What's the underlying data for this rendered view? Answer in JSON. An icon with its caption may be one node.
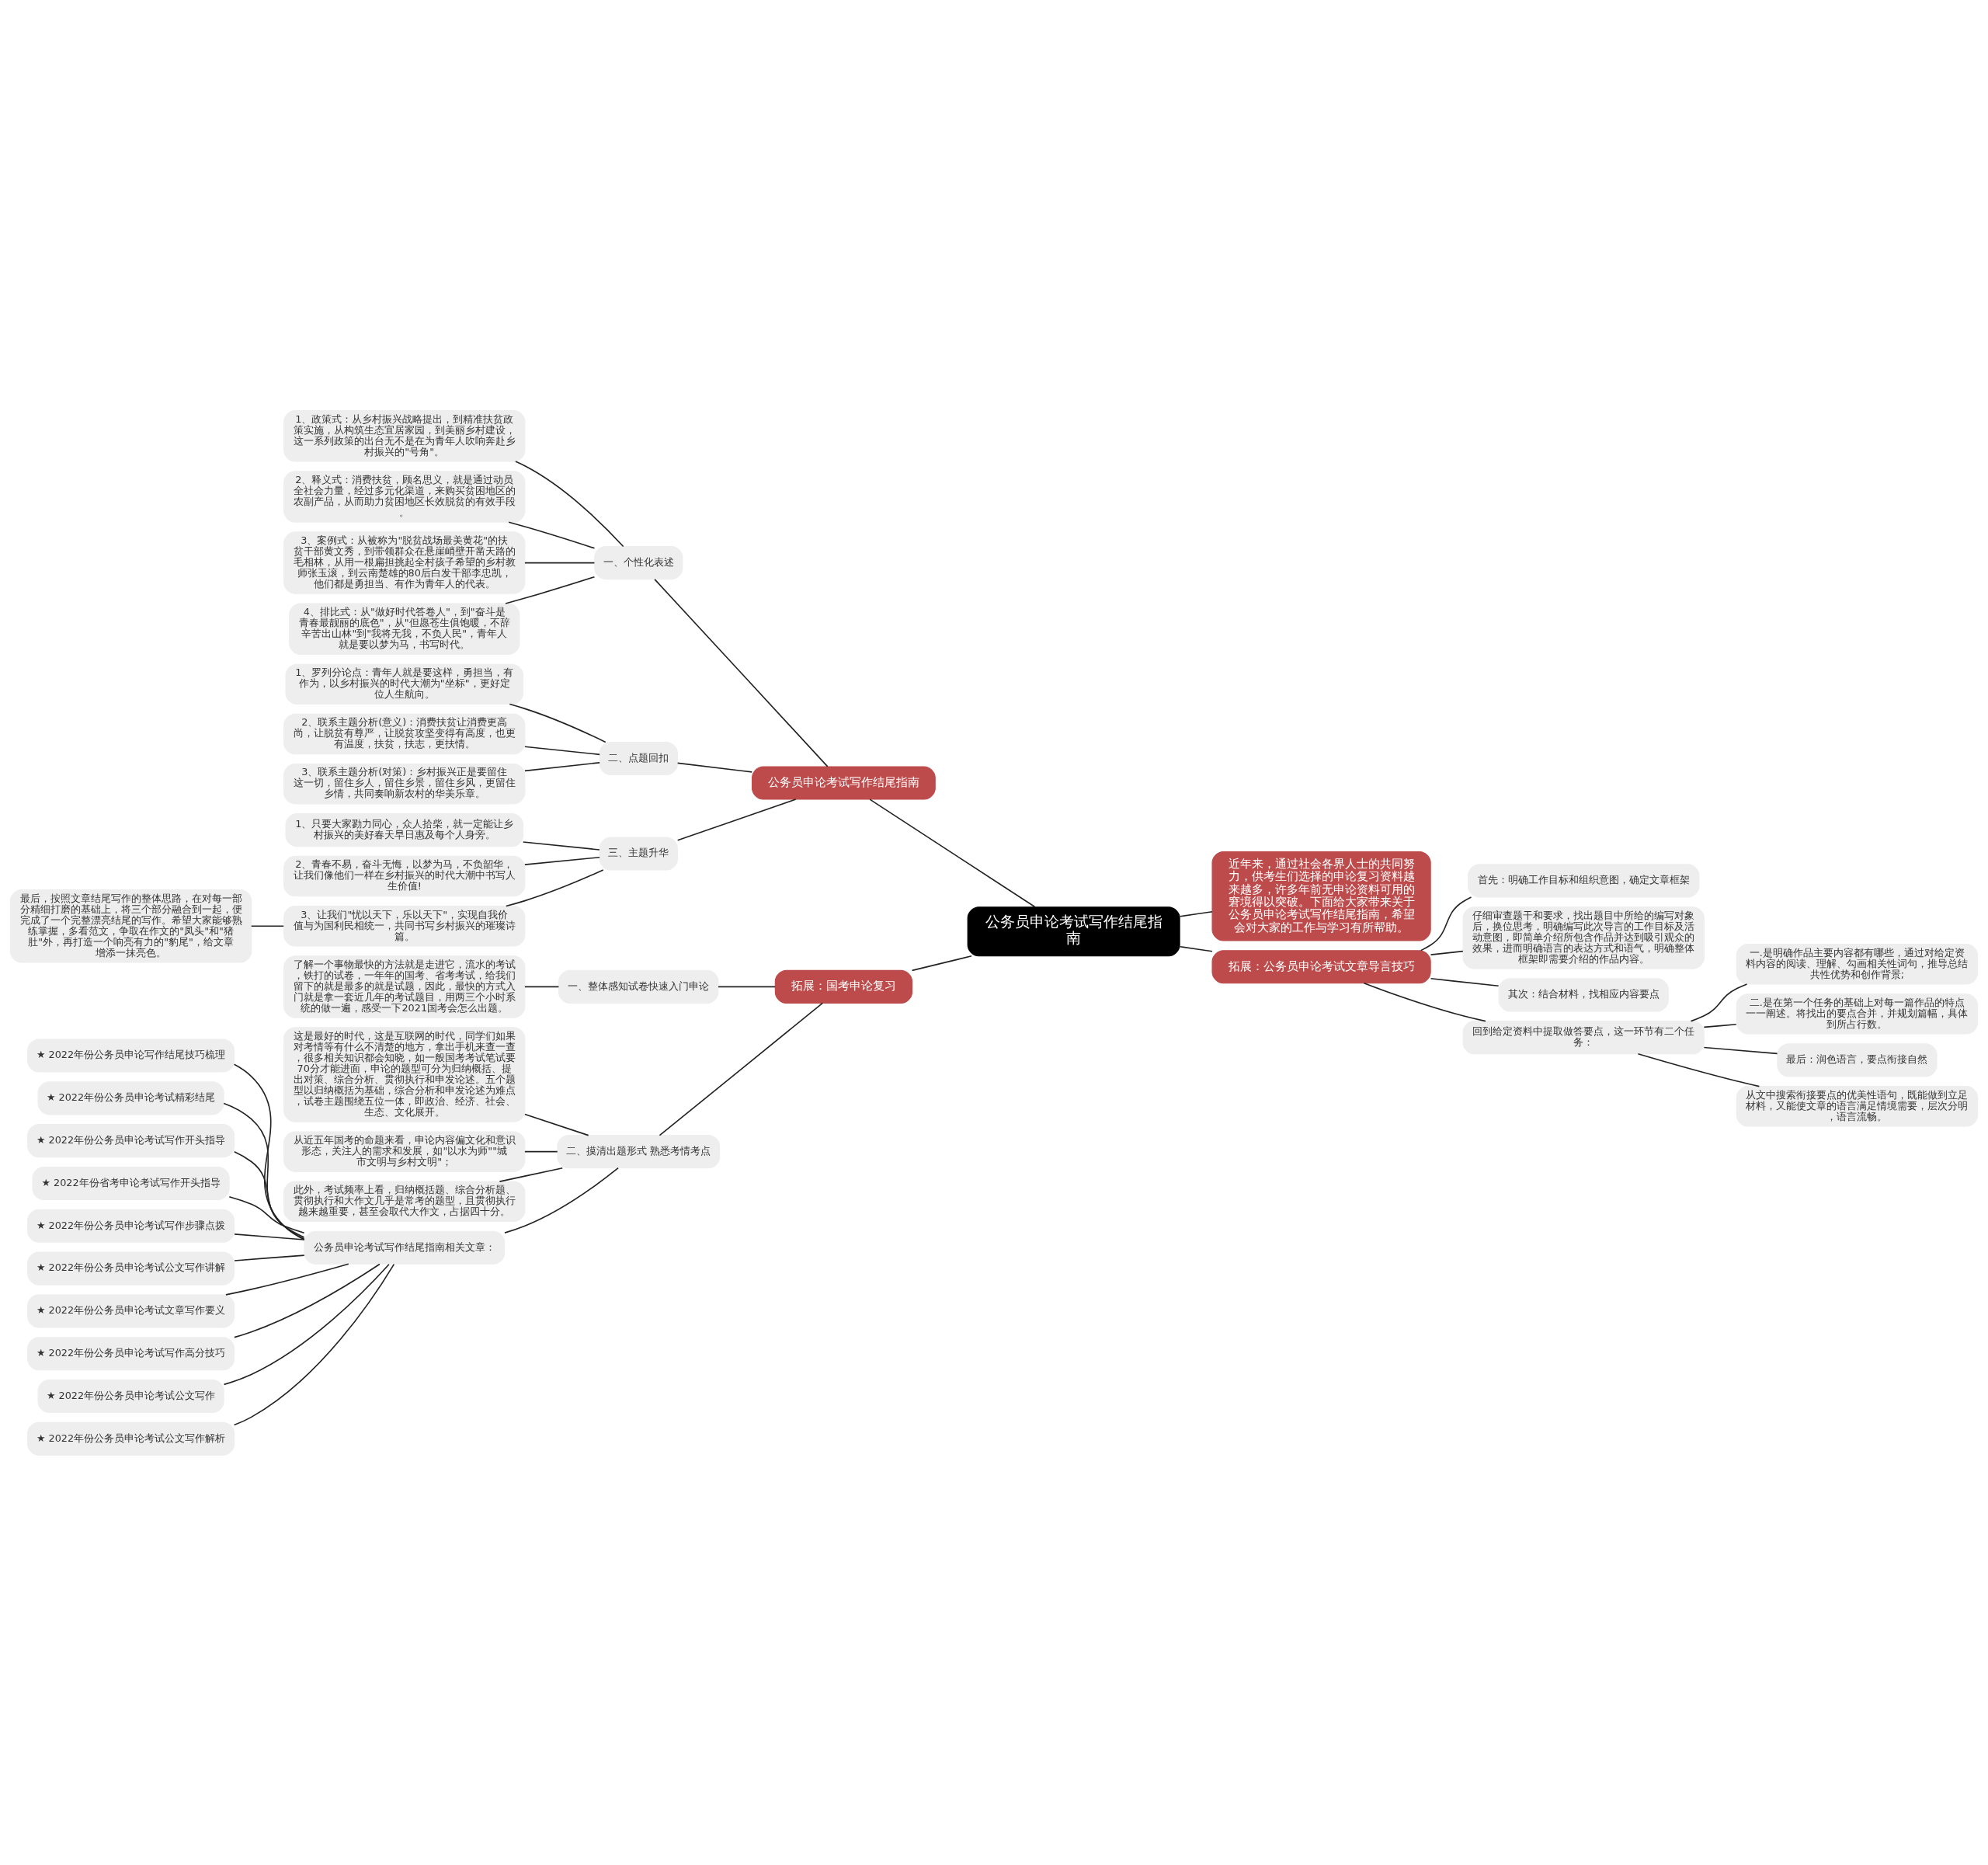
{
  "diagram": {
    "nodes": [
      {
        "text": [
          "公务员申论考试写作结尾指南"
        ]
      },
      {
        "text": [
          "公务员申论考试写作结尾指南"
        ]
      },
      {
        "text": [
          "一、个性化表述"
        ]
      },
      {
        "text": [
          "1、政策式：从乡村振兴战略提出，到精准扶贫政策实施，从构筑生态宜居家园，到美丽乡村建设，这一系列政策的出台无不是在为青年人吹响奔赴乡村振兴的\"号角\"。"
        ]
      },
      {
        "text": [
          "2、释义式：消费扶贫，顾名思义，就是通过动员全社会力量，经过多元化渠道，来购买贫困地区的农副产品，从而助力贫困地区长效脱贫的有效手段。"
        ]
      },
      {
        "text": [
          "3、案例式：从被称为\"脱贫战场最美黄花\"的扶贫干部黄文秀，到带领群众在悬崖峭壁开凿天路的毛相林，从用一根扁担挑起全村孩子希望的乡村教师张玉滚，到云南楚雄的80后白发干部李忠凯，他们都是勇担当、有作为青年人的代表。"
        ]
      },
      {
        "text": [
          "4、排比式：从\"做好时代答卷人\"，到\"奋斗是青春最靓丽的底色\"，从\"但愿苍生俱饱暖，不辞辛苦出山林\"到\"我将无我，不负人民\"，青年人就是要以梦为马，书写时代。"
        ]
      },
      {
        "text": [
          "二、点题回扣"
        ]
      },
      {
        "text": [
          "1、罗列分论点：青年人就是要这样，勇担当，有作为，以乡村振兴的时代大潮为\"坐标\"，更好定位人生航向。"
        ]
      },
      {
        "text": [
          "2、联系主题分析(意义)：消费扶贫让消费更高尚，让脱贫有尊严，让脱贫攻坚变得有高度，也更有温度，扶贫，扶志，更扶情。"
        ]
      },
      {
        "text": [
          "3、联系主题分析(对策)：乡村振兴正是要留住这一切，留住乡人，留住乡景，留住乡风，更留住乡情，共同奏响新农村的华美乐章。"
        ]
      },
      {
        "text": [
          "三、主题升华"
        ]
      },
      {
        "text": [
          "1、只要大家勠力同心，众人拾柴，就一定能让乡村振兴的美好春天早日惠及每个人身旁。"
        ]
      },
      {
        "text": [
          "2、青春不易，奋斗无悔，以梦为马，不负韶华，让我们像他们一样在乡村振兴的时代大潮中书写人生价值!"
        ]
      },
      {
        "text": [
          "3、让我们\"忧以天下，乐以天下\"，实现自我价值与为国利民相统一，共同书写乡村振兴的璀璨诗篇。"
        ]
      },
      {
        "text": [
          "最后，按照文章结尾写作的整体思路，在对每一部分精细打磨的基础上，将三个部分融合到一起，便完成了一个完整漂亮结尾的写作。希望大家能够熟练掌握，多看范文，争取在作文的\"凤头\"和\"猪肚\"外，再打造一个响亮有力的\"豹尾\"，给文章增添一抹亮色。"
        ]
      },
      {
        "text": [
          "拓展：国考申论复习"
        ]
      },
      {
        "text": [
          "一、整体感知试卷快速入门申论"
        ]
      },
      {
        "text": [
          "了解一个事物最快的方法就是走进它，流水的考试，铁打的试卷，一年年的国考、省考考试，给我们留下的就是最多的就是试题，因此，最快的方式入门就是拿一套近几年的考试题目，用两三个小时系统的做一遍，感受一下2021国考会怎么出题。"
        ]
      },
      {
        "text": [
          "二、摸清出题形式 熟悉考情考点"
        ]
      },
      {
        "text": [
          "这是最好的时代，这是互联网的时代，同学们如果对考情等有什么不清楚的地方，拿出手机来查一查，很多相关知识都会知晓，如一般国考考试笔试要70分才能进面，申论的题型可分为归纳概括、提出对策、综合分析、贯彻执行和申发论述。五个题型以归纳概括为基础，综合分析和申发论述为难点，试卷主题围绕五位一体，即政治、经济、社会、生态、文化展开。"
        ]
      },
      {
        "text": [
          "从近五年国考的命题来看，申论内容偏文化和意识形态，关注人的需求和发展，如\"以水为师\"\"城市文明与乡村文明\"；"
        ]
      },
      {
        "text": [
          "此外，考试频率上看，归纳概括题、综合分析题、贯彻执行和大作文几乎是常考的题型，且贯彻执行越来越重要，甚至会取代大作文，占据四十分。"
        ]
      },
      {
        "text": [
          "公务员申论考试写作结尾指南相关文章："
        ]
      },
      {
        "text": [
          "★ 2022年份公务员申论写作结尾技巧梳理"
        ]
      },
      {
        "text": [
          "★ 2022年份公务员申论考试精彩结尾"
        ]
      },
      {
        "text": [
          "★ 2022年份公务员申论考试写作开头指导"
        ]
      },
      {
        "text": [
          "★ 2022年份省考申论考试写作开头指导"
        ]
      },
      {
        "text": [
          "★ 2022年份公务员申论考试写作步骤点拨"
        ]
      },
      {
        "text": [
          "★ 2022年份公务员申论考试公文写作讲解"
        ]
      },
      {
        "text": [
          "★ 2022年份公务员申论考试文章写作要义"
        ]
      },
      {
        "text": [
          "★ 2022年份公务员申论考试写作高分技巧"
        ]
      },
      {
        "text": [
          "★ 2022年份公务员申论考试公文写作"
        ]
      },
      {
        "text": [
          "★ 2022年份公务员申论考试公文写作解析"
        ]
      },
      {
        "text": [
          "近年来，通过社会各界人士的共同努力，供考生们选择的申论复习资料越来越多，许多年前无申论资料可用的窘境得以突破。下面给大家带来关于公务员申论考试写作结尾指南，希望会对大家的工作与学习有所帮助。"
        ]
      },
      {
        "text": [
          "拓展：公务员申论考试文章导言技巧"
        ]
      },
      {
        "text": [
          "首先：明确工作目标和组织意图，确定文章框架"
        ]
      },
      {
        "text": [
          "仔细审查题干和要求，找出题目中所给的编写对象后，换位思考，明确编写此次导言的工作目标及活动意图，即简单介绍所包含作品并达到吸引观众的效果，进而明确语言的表达方式和语气，明确整体框架即需要介绍的作品内容。"
        ]
      },
      {
        "text": [
          "其次：结合材料，找相应内容要点"
        ]
      },
      {
        "text": [
          "回到给定资料中提取做答要点，这一环节有二个任务："
        ]
      },
      {
        "text": [
          "一.是明确作品主要内容都有哪些，通过对给定资料内容的阅读、理解、勾画相关性词句，推导总结共性优势和创作背景;"
        ]
      },
      {
        "text": [
          "二.是在第一个任务的基础上对每一篇作品的特点一一阐述。将找出的要点合并，并规划篇幅，具体到所占行数。"
        ]
      },
      {
        "text": [
          "最后：润色语言，要点衔接自然"
        ]
      },
      {
        "text": [
          "从文中搜索衔接要点的优美性语句，既能做到立足材料，又能使文章的语言满足情境需要，层次分明，语言流畅。"
        ]
      }
    ],
    "edges": [
      {
        "from": 0,
        "to": 1,
        "arrow": "none"
      },
      {
        "from": 1,
        "to": 2,
        "arrow": "none"
      },
      {
        "from": 2,
        "to": 3,
        "arrow": "none"
      },
      {
        "from": 2,
        "to": 4,
        "arrow": "none"
      },
      {
        "from": 2,
        "to": 5,
        "arrow": "none"
      },
      {
        "from": 2,
        "to": 6,
        "arrow": "none"
      },
      {
        "from": 1,
        "to": 7,
        "arrow": "none"
      },
      {
        "from": 7,
        "to": 8,
        "arrow": "none"
      },
      {
        "from": 7,
        "to": 9,
        "arrow": "none"
      },
      {
        "from": 7,
        "to": 10,
        "arrow": "none"
      },
      {
        "from": 1,
        "to": 11,
        "arrow": "none"
      },
      {
        "from": 11,
        "to": 12,
        "arrow": "none"
      },
      {
        "from": 11,
        "to": 13,
        "arrow": "none"
      },
      {
        "from": 11,
        "to": 14,
        "arrow": "none"
      },
      {
        "from": 14,
        "to": 15,
        "arrow": "none"
      },
      {
        "from": 0,
        "to": 16,
        "arrow": "none"
      },
      {
        "from": 16,
        "to": 17,
        "arrow": "none"
      },
      {
        "from": 17,
        "to": 18,
        "arrow": "none"
      },
      {
        "from": 16,
        "to": 19,
        "arrow": "none"
      },
      {
        "from": 19,
        "to": 20,
        "arrow": "none"
      },
      {
        "from": 19,
        "to": 21,
        "arrow": "none"
      },
      {
        "from": 19,
        "to": 22,
        "arrow": "none"
      },
      {
        "from": 19,
        "to": 23,
        "arrow": "none"
      },
      {
        "from": 23,
        "to": 24,
        "arrow": "none"
      },
      {
        "from": 23,
        "to": 25,
        "arrow": "none"
      },
      {
        "from": 23,
        "to": 26,
        "arrow": "none"
      },
      {
        "from": 23,
        "to": 27,
        "arrow": "none"
      },
      {
        "from": 23,
        "to": 28,
        "arrow": "none"
      },
      {
        "from": 23,
        "to": 29,
        "arrow": "none"
      },
      {
        "from": 23,
        "to": 30,
        "arrow": "none"
      },
      {
        "from": 23,
        "to": 31,
        "arrow": "none"
      },
      {
        "from": 23,
        "to": 32,
        "arrow": "none"
      },
      {
        "from": 23,
        "to": 33,
        "arrow": "none"
      },
      {
        "from": 0,
        "to": 34,
        "arrow": "none"
      },
      {
        "from": 0,
        "to": 35,
        "arrow": "none"
      },
      {
        "from": 35,
        "to": 36,
        "arrow": "none"
      },
      {
        "from": 35,
        "to": 37,
        "arrow": "none"
      },
      {
        "from": 35,
        "to": 38,
        "arrow": "none"
      },
      {
        "from": 35,
        "to": 39,
        "arrow": "none"
      },
      {
        "from": 39,
        "to": 40,
        "arrow": "none"
      },
      {
        "from": 39,
        "to": 41,
        "arrow": "none"
      },
      {
        "from": 39,
        "to": 42,
        "arrow": "none"
      },
      {
        "from": 39,
        "to": 43,
        "arrow": "none"
      }
    ]
  }
}
